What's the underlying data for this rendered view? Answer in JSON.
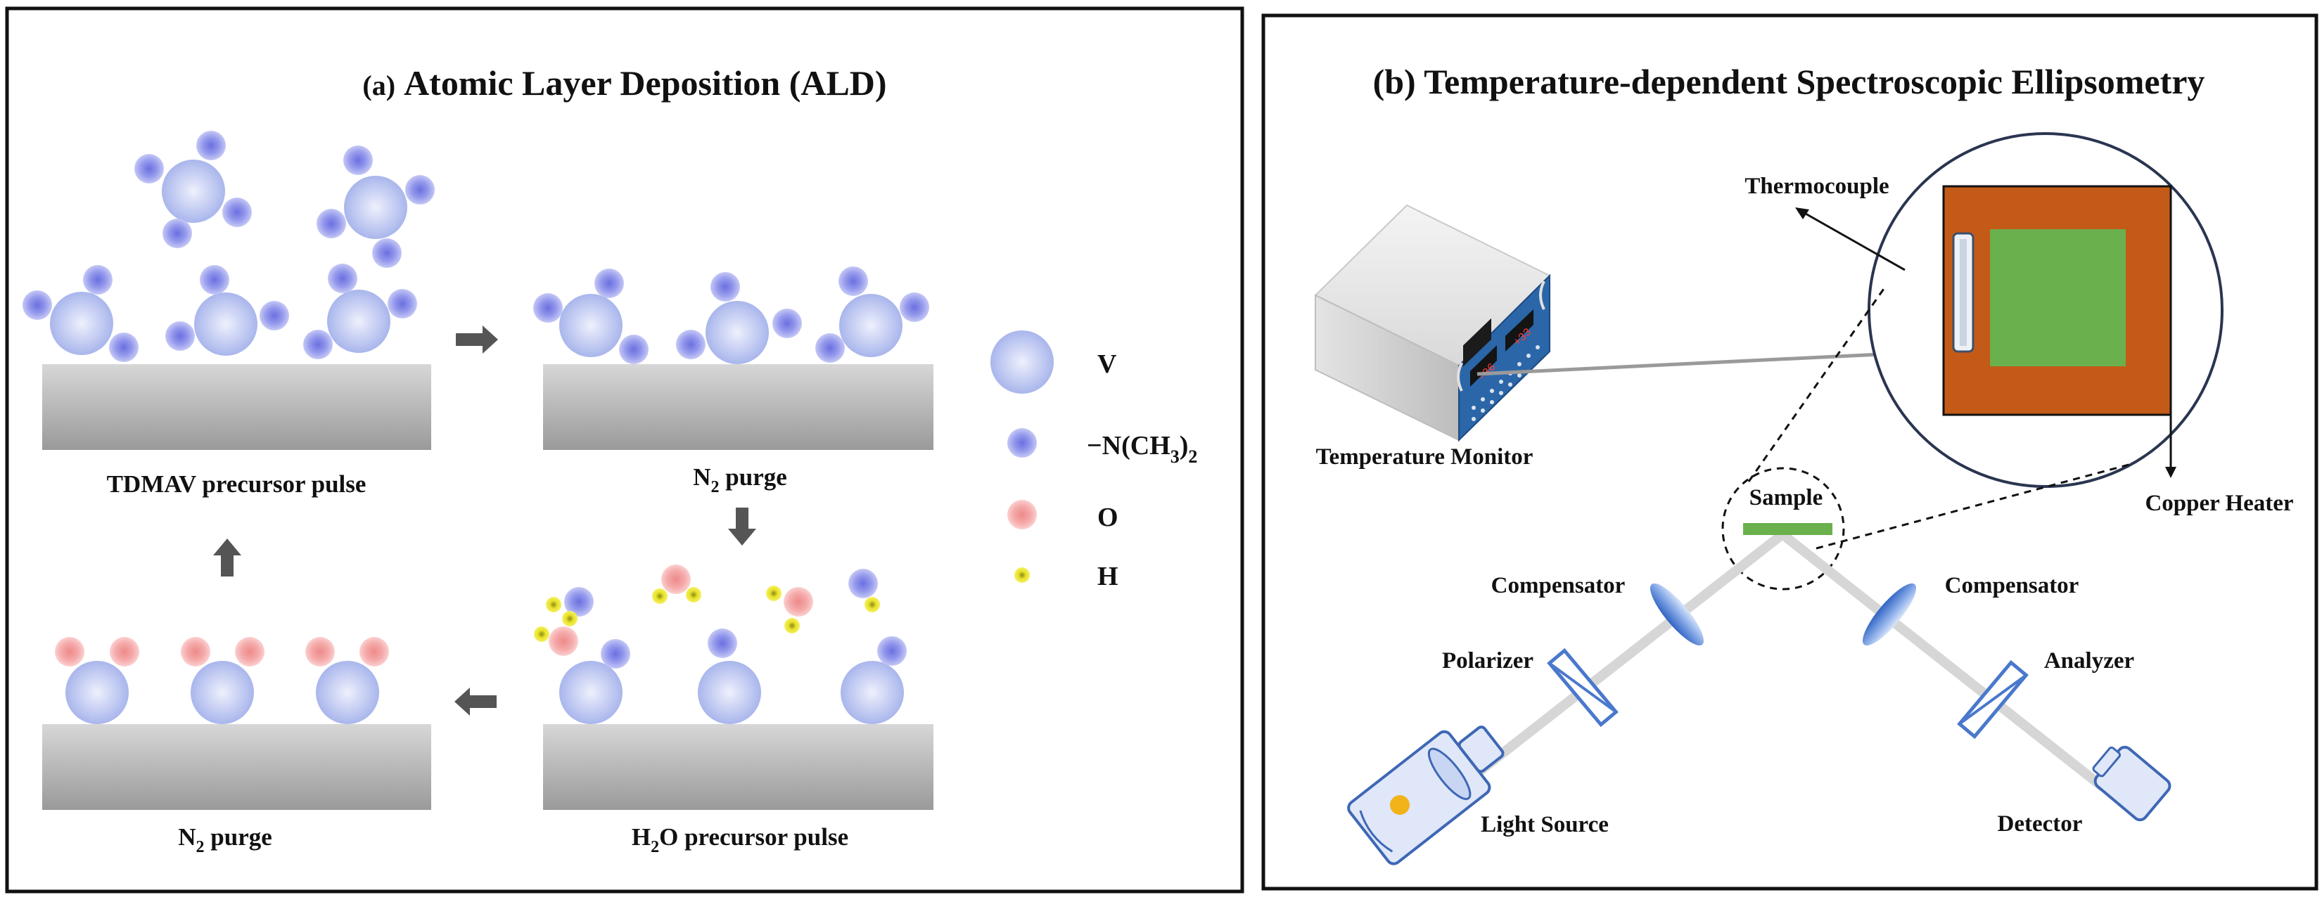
{
  "panel_a": {
    "title_prefix": "(a)",
    "title": "Atomic Layer Deposition (ALD)",
    "steps": {
      "tdmav_pulse": "TDMAV precursor pulse",
      "n2_purge_top": {
        "main": "N",
        "sub": "2",
        "rest": " purge"
      },
      "h2o_pulse": {
        "main": "H",
        "sub": "2",
        "rest": "O precursor pulse"
      },
      "n2_purge_bottom": {
        "main": "N",
        "sub": "2",
        "rest": " purge"
      }
    },
    "legend": {
      "v": "V",
      "ligand": {
        "a": "−N(CH",
        "sub1": "3",
        "b": ")",
        "sub2": "2"
      },
      "o": "O",
      "h": "H"
    }
  },
  "panel_b": {
    "title": "(b) Temperature-dependent Spectroscopic Ellipsometry",
    "labels": {
      "thermocouple": "Thermocouple",
      "temperature_monitor": "Temperature Monitor",
      "copper_heater": "Copper Heater",
      "sample": "Sample",
      "compensator_left": "Compensator",
      "compensator_right": "Compensator",
      "polarizer": "Polarizer",
      "analyzer": "Analyzer",
      "light_source": "Light Source",
      "detector": "Detector"
    },
    "monitor_readouts": [
      "-36",
      "+33"
    ]
  },
  "colors": {
    "v_atom": "#aebbec",
    "ligand": "#7f84e6",
    "oxygen": "#f4a0a0",
    "hydrogen": "#f2ea1c",
    "heater": "#c45a17",
    "sample": "#6ab04c",
    "optic": "#4a78cc"
  }
}
